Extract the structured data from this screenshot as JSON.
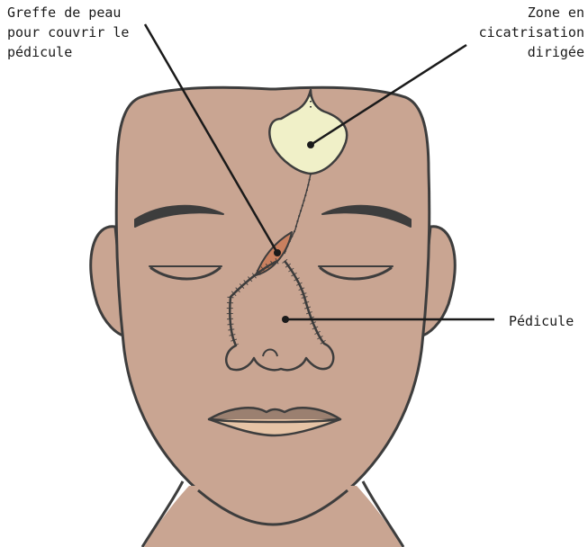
{
  "labels": {
    "graft": [
      "Greffe de peau",
      "pour couvrir le",
      "pédicule"
    ],
    "healing_zone": [
      "Zone en",
      "cicatrisation",
      "dirigée"
    ],
    "pedicle": "Pédicule"
  },
  "colors": {
    "skin": "#c9a592",
    "outline": "#3d3d3d",
    "healing_zone": "#f0f0c8",
    "graft": "#c9805f",
    "pointer": "#1a1a1a"
  }
}
